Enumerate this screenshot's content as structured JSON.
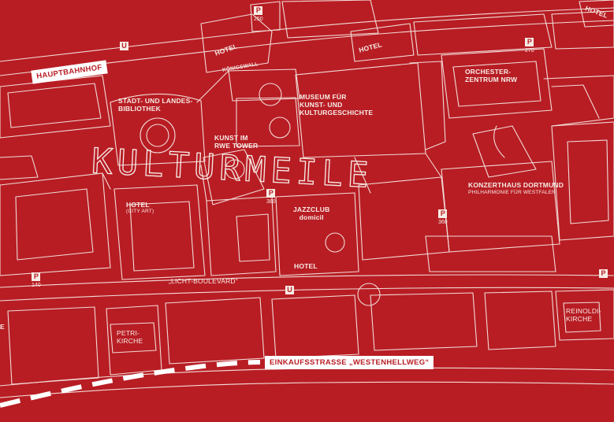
{
  "colors": {
    "background": "#b81d24",
    "lines": "#f6ece6",
    "banner_bg": "#ffffff",
    "banner_text": "#b81d24"
  },
  "headline": "KULTURMEILE",
  "banners": {
    "hauptbahnhof": "HAUPTBAHNHOF",
    "einkaufsstrasse": "EINKAUFSSTRASSE „WESTENHELLWEG“"
  },
  "places": {
    "stadt_bibliothek": "STADT- UND LANDES-\nBIBLIOTHEK",
    "museum": "MUSEUM FÜR\nKUNST- UND\nKULTURGESCHICHTE",
    "kunst_rwe": "KUNST IM\nRWE TOWER",
    "orchesterzentrum": "ORCHESTER-\nZENTRUM NRW",
    "konzerthaus": "KONZERTHAUS DORTMUND",
    "konzerthaus_sub": "PHILHARMONIE FÜR WESTFALEN",
    "jazzclub": "JAZZCLUB\ndomicil",
    "hotel_top": "HOTEL",
    "hotel_right": "HOTEL",
    "hotel_left": "HOTEL",
    "hotel_left_sub": "(CITY ART)",
    "hotel_center": "HOTEL",
    "hotel_topright": "HOTEL",
    "koenigswall": "KÖNIGSWALL",
    "licht_boulevard": "„LICHT-BOULEVARD“",
    "petri_kirche": "PETRI-\nKIRCHE",
    "reinoldi_kirche": "REINOLDI-\nKIRCHE",
    "left_edge": "E"
  },
  "parking": [
    {
      "symbol": "P",
      "number": "250"
    },
    {
      "symbol": "P",
      "number": "270"
    },
    {
      "symbol": "P",
      "number": "380"
    },
    {
      "symbol": "P",
      "number": "360"
    },
    {
      "symbol": "P",
      "number": "140"
    },
    {
      "symbol": "P",
      "number": ""
    }
  ],
  "ubahn": [
    {
      "symbol": "U"
    },
    {
      "symbol": "U"
    }
  ]
}
